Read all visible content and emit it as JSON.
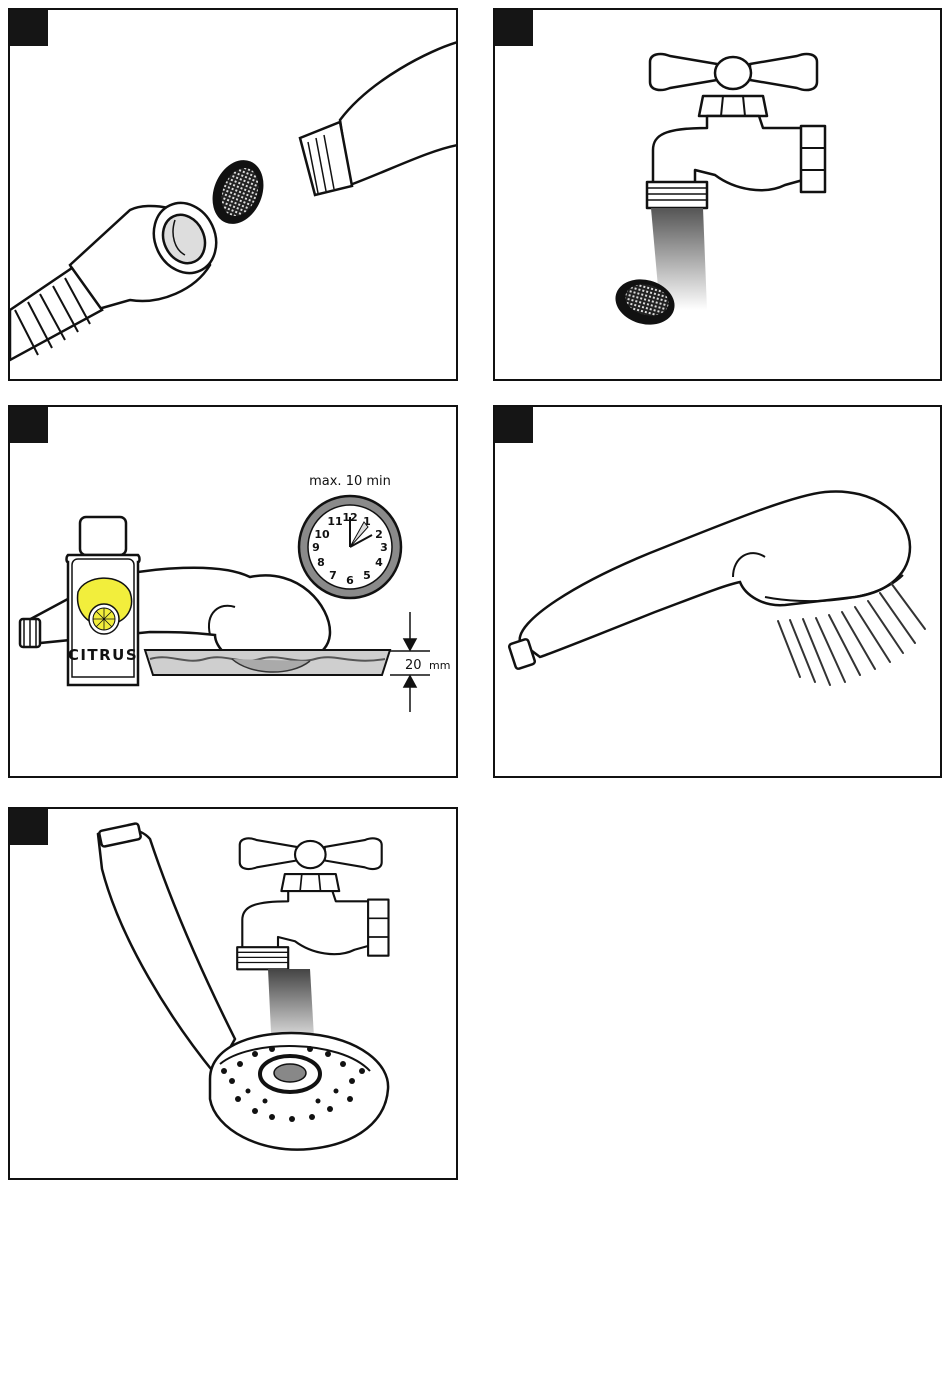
{
  "steps": [
    {
      "id": 1,
      "scene": "hose-strainer-removal"
    },
    {
      "id": 2,
      "scene": "rinse-strainer-under-tap"
    },
    {
      "id": 3,
      "scene": "soak-in-citrus-cleaner"
    },
    {
      "id": 4,
      "scene": "flush-shower-head"
    },
    {
      "id": 5,
      "scene": "rinse-face-under-tap"
    }
  ],
  "soak": {
    "time_label": "max. 10 min",
    "depth_value": "20",
    "depth_unit": "mm",
    "cleaner_label": "CITRUS"
  },
  "clock": {
    "numbers": [
      "12",
      "1",
      "2",
      "3",
      "4",
      "5",
      "6",
      "7",
      "8",
      "9",
      "10",
      "11"
    ]
  },
  "colors": {
    "outline": "#111111",
    "tab": "#151515",
    "lemon": "#f2ee3c",
    "clock_rim": "#8a8a8a",
    "clock_face": "#ffffff"
  }
}
